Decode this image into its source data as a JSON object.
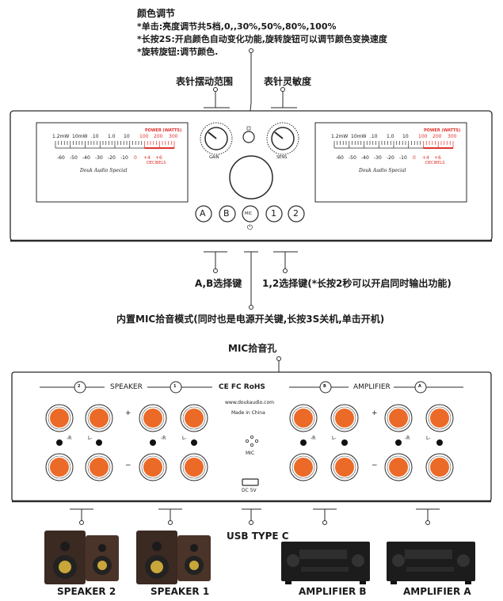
{
  "top_notes": {
    "title": "颜色调节",
    "line1": "*单击:亮度调节共5档,0,,30%,50%,80%,100%",
    "line2": "*长按2S:开启颜色自动变化功能,旋转旋钮可以调节颜色变换速度",
    "line3": "*旋转旋钮:调节颜色."
  },
  "labels": {
    "gain_range": "表针摆动范围",
    "sensitivity": "表针灵敏度",
    "ab_select": "A,B选择键",
    "channel_select": "1,2选择键(*长按2秒可以开启同时输出功能)",
    "mic_mode": "内置MIC拾音模式(同时也是电源开关键,长按3S关机,单击开机)",
    "mic_hole": "MIC拾音孔",
    "usb": "USB TYPE C"
  },
  "front_panel": {
    "meter": {
      "power_label": "POWER (WATTS)",
      "top_scale": [
        "1.2mW",
        "10mW",
        ".10",
        "1.0",
        "10",
        "100",
        "200",
        "300"
      ],
      "bottom_scale": [
        "-60",
        "-50",
        "-40",
        "-30",
        "-20",
        "-10",
        "0",
        "+4",
        "+6"
      ],
      "decibels": "DECIBELS",
      "brand": "Douk Audio Special"
    },
    "gain_knob": "GAIN",
    "sens_knob": "SENS",
    "buttons": [
      "A",
      "B",
      "MIC",
      "1",
      "2"
    ],
    "power_symbol": "⏻"
  },
  "back_panel": {
    "speaker_header": "SPEAKER",
    "speaker_nums": [
      "2",
      "1"
    ],
    "amplifier_header": "AMPLIFIER",
    "amplifier_letters": [
      "B",
      "A"
    ],
    "certs": "CE FC RoHS",
    "website": "www.doukaudio.com",
    "made_in": "Made in China",
    "mic": "MIC",
    "dc": "DC 5V",
    "plus": "+",
    "minus": "−",
    "right": "-R",
    "left": "L-"
  },
  "devices": {
    "speaker2": "SPEAKER 2",
    "speaker1": "SPEAKER 1",
    "amp_b": "AMPLIFIER B",
    "amp_a": "AMPLIFIER A"
  },
  "colors": {
    "accent_red": "#e0322e",
    "terminal_orange": "#ec6a27",
    "panel_line": "#2a2a2a"
  }
}
